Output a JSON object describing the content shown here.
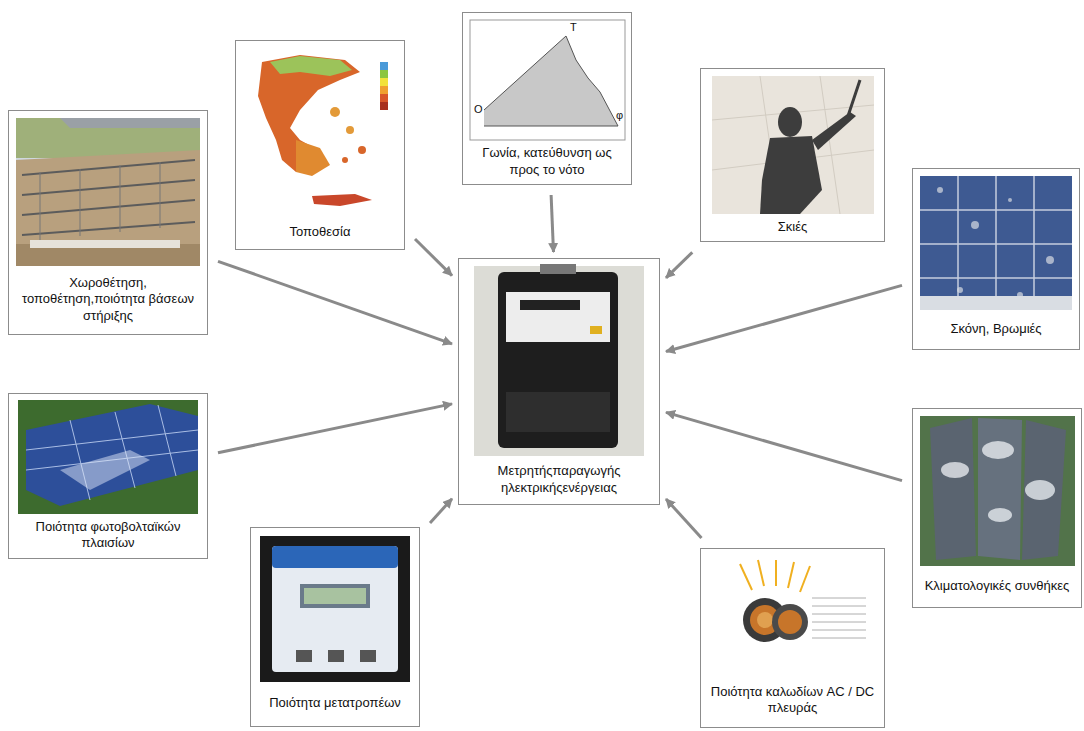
{
  "diagram": {
    "nodes": [
      {
        "text": [
          "Χωροθέτηση, τοποθέτηση,ποιότητα βάσεων στήριξης"
        ]
      },
      {
        "text": [
          "Τοποθεσία"
        ]
      },
      {
        "text": [
          "Γωνία, κατεύθυνση ως προς το νότο"
        ]
      },
      {
        "text": [
          "Σκιές"
        ]
      },
      {
        "text": [
          "Σκόνη, Βρωμιές"
        ]
      },
      {
        "text": [
          "Μετρητήςπαραγωγής ηλεκτρικήςενέργειας"
        ]
      },
      {
        "text": [
          "Ποιότητα φωτοβολταϊκών πλαισίων"
        ]
      },
      {
        "text": [
          "Ποιότητα μετατροπέων"
        ]
      },
      {
        "text": [
          "Κλιματολογικές συνθήκες"
        ]
      },
      {
        "text": [
          "Ποιότητα καλωδίων AC / DC πλευράς"
        ]
      }
    ],
    "edges": [
      {
        "from": 0,
        "to": 5,
        "arrow": "to"
      },
      {
        "from": 1,
        "to": 5,
        "arrow": "to"
      },
      {
        "from": 2,
        "to": 5,
        "arrow": "to"
      },
      {
        "from": 3,
        "to": 5,
        "arrow": "to"
      },
      {
        "from": 4,
        "to": 5,
        "arrow": "to"
      },
      {
        "from": 6,
        "to": 5,
        "arrow": "to"
      },
      {
        "from": 7,
        "to": 5,
        "arrow": "to"
      },
      {
        "from": 8,
        "to": 5,
        "arrow": "to"
      },
      {
        "from": 9,
        "to": 5,
        "arrow": "to"
      }
    ],
    "labels": [
      "Ο",
      "Τ",
      "φ"
    ]
  }
}
